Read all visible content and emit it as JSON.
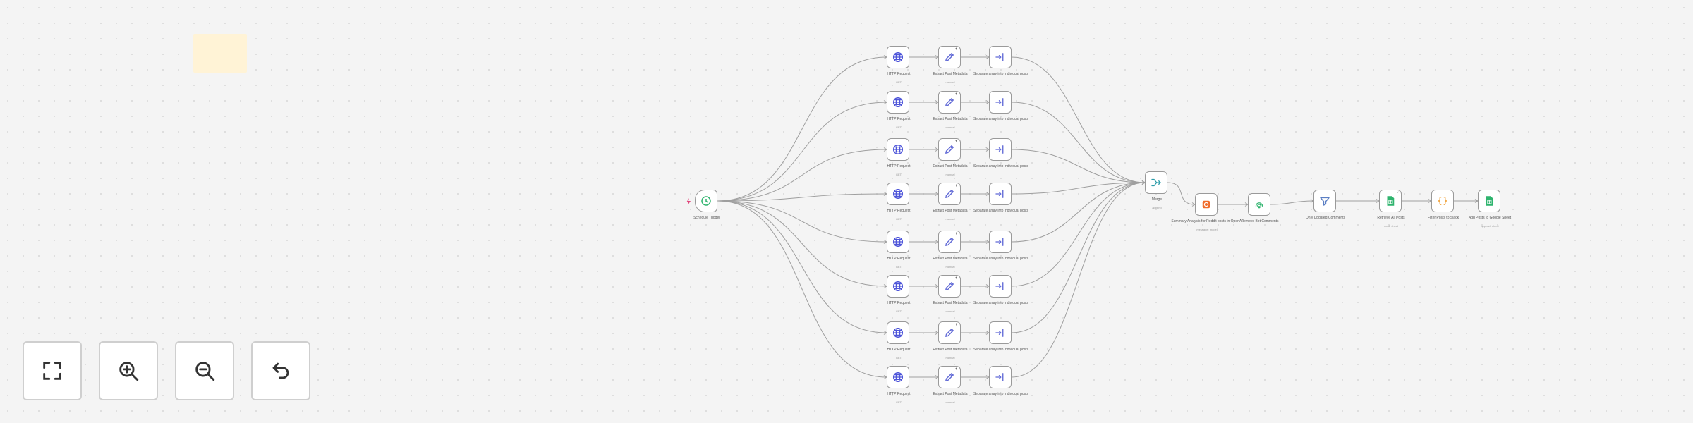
{
  "canvas": {
    "sticky_note": {
      "color": "#fff3d6"
    },
    "colors": {
      "edge": "#9f9f9f",
      "node_border": "#9a9a9a",
      "http": "#4f56d9",
      "edit": "#6069d6",
      "green": "#2fb46e",
      "orange": "#f06b2a",
      "merge": "#2c9ca8",
      "filter": "#5b7fc4",
      "code": "#f0a23a"
    }
  },
  "nodes": {
    "trigger": {
      "label": "Schedule Trigger",
      "icon": "clock-icon"
    },
    "branches": [
      {
        "http": "HTTP Request",
        "http_sub": "GET",
        "set": "Extract Post Metadata",
        "set_sub": "manual",
        "split": "Separate array into individual posts"
      },
      {
        "http": "HTTP Request",
        "http_sub": "GET",
        "set": "Extract Post Metadata",
        "set_sub": "manual",
        "split": "Separate array into individual posts"
      },
      {
        "http": "HTTP Request",
        "http_sub": "GET",
        "set": "Extract Post Metadata",
        "set_sub": "manual",
        "split": "Separate array into individual posts"
      },
      {
        "http": "HTTP Request",
        "http_sub": "GET",
        "set": "Extract Post Metadata",
        "set_sub": "manual",
        "split": "Separate array into individual posts"
      },
      {
        "http": "HTTP Request",
        "http_sub": "GET",
        "set": "Extract Post Metadata",
        "set_sub": "manual",
        "split": "Separate array into individual posts"
      },
      {
        "http": "HTTP Request",
        "http_sub": "GET",
        "set": "Extract Post Metadata",
        "set_sub": "manual",
        "split": "Separate array into individual posts"
      },
      {
        "http": "HTTP Request",
        "http_sub": "GET",
        "set": "Extract Post Metadata",
        "set_sub": "manual",
        "split": "Separate array into individual posts"
      },
      {
        "http": "HTTP Request",
        "http_sub": "GET",
        "set": "Extract Post Metadata",
        "set_sub": "manual",
        "split": "Separate array into individual posts"
      }
    ],
    "merge": {
      "label": "Merge",
      "sub": "append",
      "icon": "merge-icon"
    },
    "tail": [
      {
        "label": "Summary Analysis for Reddit posts in OpenAI",
        "sub": "message: model",
        "icon": "openai-icon"
      },
      {
        "label": "Remove Bot Comments",
        "sub": "",
        "icon": "api-icon"
      },
      {
        "label": "Only Updated Comments",
        "sub": "",
        "icon": "filter-icon"
      },
      {
        "label": "Retrieve All Posts",
        "sub": "read: sheet",
        "icon": "sheets-icon"
      },
      {
        "label": "Filter Posts to Slack",
        "sub": "",
        "icon": "code-icon"
      },
      {
        "label": "Add Posts to Google Sheet",
        "sub": "append: sheet",
        "icon": "sheets-icon"
      }
    ]
  },
  "controls": {
    "fit": {
      "icon": "fit-to-view-icon"
    },
    "zoom_in": {
      "icon": "zoom-in-icon"
    },
    "zoom_out": {
      "icon": "zoom-out-icon"
    },
    "reset": {
      "icon": "undo-icon"
    }
  }
}
